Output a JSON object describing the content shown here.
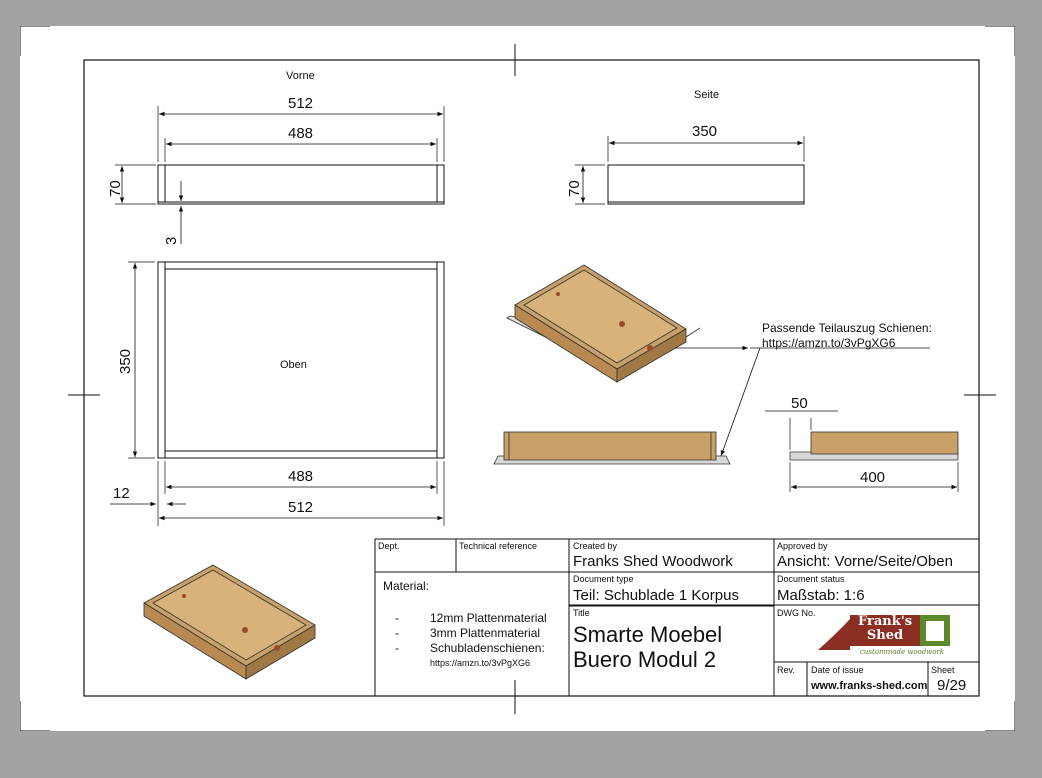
{
  "views": {
    "front": "Vorne",
    "side": "Seite",
    "top": "Oben"
  },
  "dimensions": {
    "front_outer_width": "512",
    "front_inner_width": "488",
    "front_height": "70",
    "front_bottom_thickness": "3",
    "side_depth": "350",
    "side_height": "70",
    "top_depth": "350",
    "top_inner_width": "488",
    "top_outer_width": "512",
    "top_wall_thickness": "12",
    "rail_depth": "400",
    "rail_offset": "50"
  },
  "rail_note": {
    "line1": "Passende Teilauszug Schienen:",
    "line2": "https://amzn.to/3vPgXG6"
  },
  "title_block": {
    "dept_label": "Dept.",
    "techref_label": "Technical reference",
    "created_label": "Created by",
    "created_value": "Franks Shed Woodwork",
    "approved_label": "Approved by",
    "approved_value": "Ansicht: Vorne/Seite/Oben",
    "material_label": "Material:",
    "material_items": [
      "12mm Plattenmaterial",
      "3mm Plattenmaterial",
      "Schubladenschienen:"
    ],
    "material_link": "https://amzn.to/3vPgXG6",
    "doctype_label": "Document type",
    "doctype_value": "Teil: Schublade 1 Korpus",
    "docstatus_label": "Document status",
    "docstatus_value": "Maßstab: 1:6",
    "title_label": "Title",
    "title_line1": "Smarte Moebel",
    "title_line2": "Buero Modul 2",
    "dwgno_label": "DWG No.",
    "rev_label": "Rev.",
    "date_label": "Date of issue",
    "date_value": "www.franks-shed.com",
    "sheet_label": "Sheet",
    "sheet_value": "9/29"
  },
  "logo": {
    "line1": "Frank's",
    "line2": "Shed",
    "tagline": "custommade woodwork"
  },
  "colors": {
    "background": "#a3a3a3",
    "wood": "#c9a067",
    "wood_dark": "#a07844",
    "logo": "#8b2f22"
  }
}
